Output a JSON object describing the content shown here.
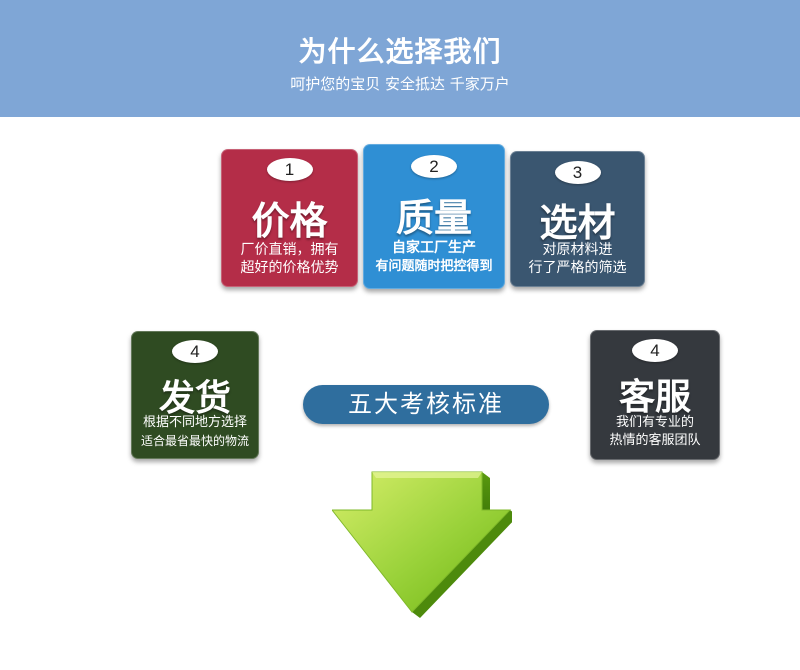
{
  "header": {
    "title": "为什么选择我们",
    "subtitle": "呵护您的宝贝 安全抵达 千家万户"
  },
  "cards": [
    {
      "number": "1",
      "title": "价格",
      "lines": [
        "厂价直销，拥有",
        "超好的价格优势"
      ],
      "color": "#b42d48"
    },
    {
      "number": "2",
      "title": "质量",
      "lines": [
        "自家工厂生产",
        "有问题随时把控得到"
      ],
      "color": "#2f8fd4"
    },
    {
      "number": "3",
      "title": "选材",
      "lines": [
        "对原材料进",
        "行了严格的筛选"
      ],
      "color": "#3a5670"
    },
    {
      "number": "4",
      "title": "发货",
      "lines": [
        "根据不同地方选择",
        "适合最省最快的物流"
      ],
      "color": "#2f4b22"
    },
    {
      "number": "4",
      "title": "客服",
      "lines": [
        "我们有专业的",
        "热情的客服团队"
      ],
      "color": "#35393e"
    }
  ],
  "center_label": "五大考核标准",
  "colors": {
    "banner": "#7fa6d6",
    "pill": "#2f6e9e",
    "arrow_light": "#d7ee6a",
    "arrow_dark": "#6fb512"
  }
}
